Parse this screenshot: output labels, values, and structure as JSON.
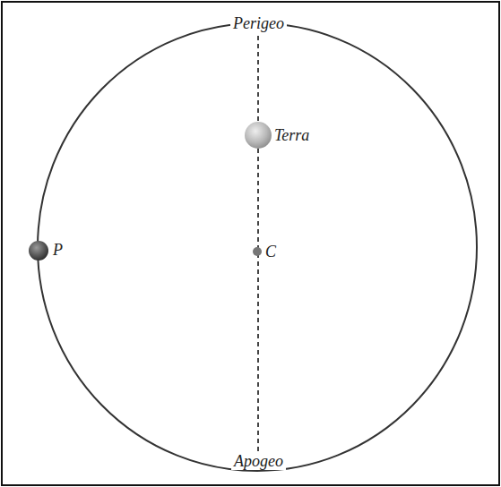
{
  "diagram": {
    "labels": [
      "Perigeo",
      "Terra",
      "C",
      "P",
      "Apogeo"
    ]
  }
}
